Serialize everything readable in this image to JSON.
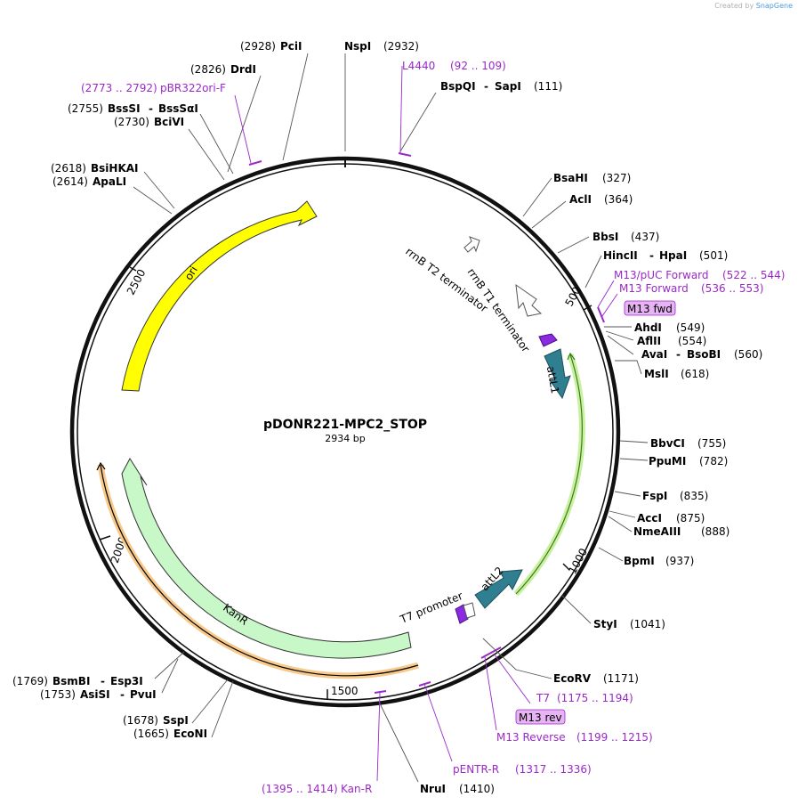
{
  "watermark": {
    "prefix": "Created by",
    "brand": "SnapGene"
  },
  "plasmid": {
    "name": "pDONR221-MPC2_STOP",
    "size_label": "2934 bp"
  },
  "ticks": [
    "500",
    "1000",
    "1500",
    "2000",
    "2500"
  ],
  "sites_right": [
    {
      "name": "NspI",
      "pos": "(2932)"
    },
    {
      "name": "BspQI",
      "name2": "SapI",
      "pos": "(111)"
    },
    {
      "name": "BsaHI",
      "pos": "(327)"
    },
    {
      "name": "AclI",
      "pos": "(364)"
    },
    {
      "name": "BbsI",
      "pos": "(437)"
    },
    {
      "name": "HincII",
      "name2": "HpaI",
      "pos": "(501)"
    },
    {
      "name": "AhdI",
      "pos": "(549)"
    },
    {
      "name": "AflII",
      "pos": "(554)"
    },
    {
      "name": "AvaI",
      "name2": "BsoBI",
      "pos": "(560)"
    },
    {
      "name": "MslI",
      "pos": "(618)"
    },
    {
      "name": "BbvCI",
      "pos": "(755)"
    },
    {
      "name": "PpuMI",
      "pos": "(782)"
    },
    {
      "name": "FspI",
      "pos": "(835)"
    },
    {
      "name": "AccI",
      "pos": "(875)"
    },
    {
      "name": "NmeAIII",
      "pos": "(888)"
    },
    {
      "name": "BpmI",
      "pos": "(937)"
    },
    {
      "name": "StyI",
      "pos": "(1041)"
    },
    {
      "name": "EcoRV",
      "pos": "(1171)"
    },
    {
      "name": "NruI",
      "pos": "(1410)"
    }
  ],
  "sites_left": [
    {
      "name": "PciI",
      "pos": "(2928)"
    },
    {
      "name": "DrdI",
      "pos": "(2826)"
    },
    {
      "name": "BssSI",
      "name2": "BssSαI",
      "pos": "(2755)"
    },
    {
      "name": "BciVI",
      "pos": "(2730)"
    },
    {
      "name": "BsiHKAI",
      "pos": "(2618)"
    },
    {
      "name": "ApaLI",
      "pos": "(2614)"
    },
    {
      "name": "BsmBI",
      "name2": "Esp3I",
      "pos": "(1769)"
    },
    {
      "name": "AsiSI",
      "name2": "PvuI",
      "pos": "(1753)"
    },
    {
      "name": "SspI",
      "pos": "(1678)"
    },
    {
      "name": "EcoNI",
      "pos": "(1665)"
    }
  ],
  "primers": [
    {
      "name": "L4440",
      "range": "(92 .. 109)"
    },
    {
      "name": "pBR322ori-F",
      "range": "(2773 .. 2792)"
    },
    {
      "name": "M13/pUC Forward",
      "range": "(522 .. 544)"
    },
    {
      "name": "M13 Forward",
      "range": "(536 .. 553)"
    },
    {
      "name": "T7",
      "range": "(1175 .. 1194)"
    },
    {
      "name": "M13 Reverse",
      "range": "(1199 .. 1215)"
    },
    {
      "name": "pENTR-R",
      "range": "(1317 .. 1336)"
    },
    {
      "name": "Kan-R",
      "range": "(1395 .. 1414)"
    }
  ],
  "badges": {
    "fwd": "M13 fwd",
    "rev": "M13 rev"
  },
  "features": {
    "ori": "ori",
    "kanr": "KanR",
    "t1": "rrnB T1 terminator",
    "t2": "rrnB T2 terminator",
    "attl1": "attL1",
    "attl2": "attL2",
    "t7": "T7 promoter"
  },
  "colors": {
    "backbone": "#111111",
    "ori": "#ffff00",
    "kanr": "#c8f7c8",
    "orf": "#f7c98b",
    "green_orf": "#9acd32",
    "att": "#2f7f91",
    "primer": "#9b28c8",
    "promoter": "#8a2be2"
  }
}
